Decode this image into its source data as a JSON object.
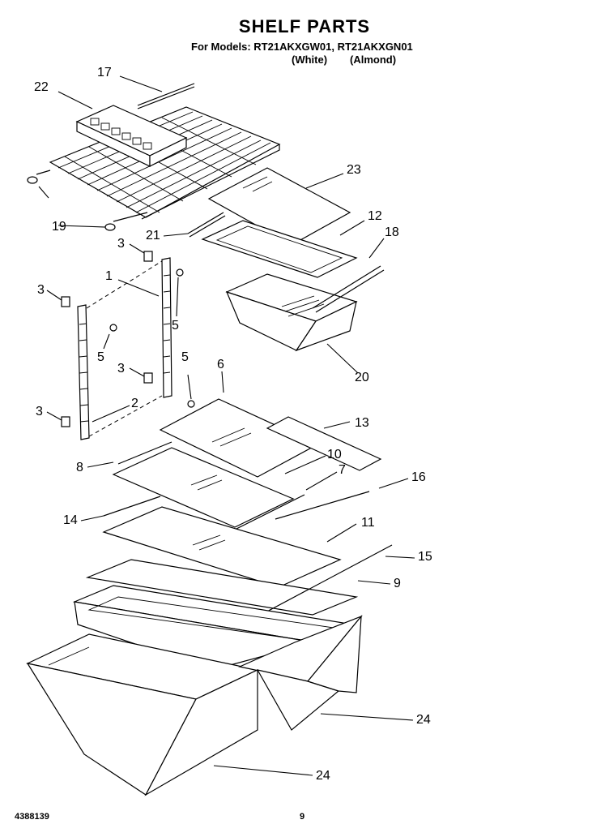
{
  "header": {
    "title": "SHELF PARTS",
    "models_line": "For Models: RT21AKXGW01, RT21AKXGN01",
    "color_white": "(White)",
    "color_almond": "(Almond)"
  },
  "callouts": [
    "17",
    "22",
    "23",
    "12",
    "19",
    "21",
    "18",
    "3",
    "1",
    "3",
    "5",
    "5",
    "3",
    "5",
    "20",
    "6",
    "3",
    "2",
    "13",
    "10",
    "8",
    "7",
    "16",
    "14",
    "11",
    "15",
    "9",
    "24",
    "24"
  ],
  "footer": {
    "doc_number": "4388139",
    "page_number": "9"
  }
}
